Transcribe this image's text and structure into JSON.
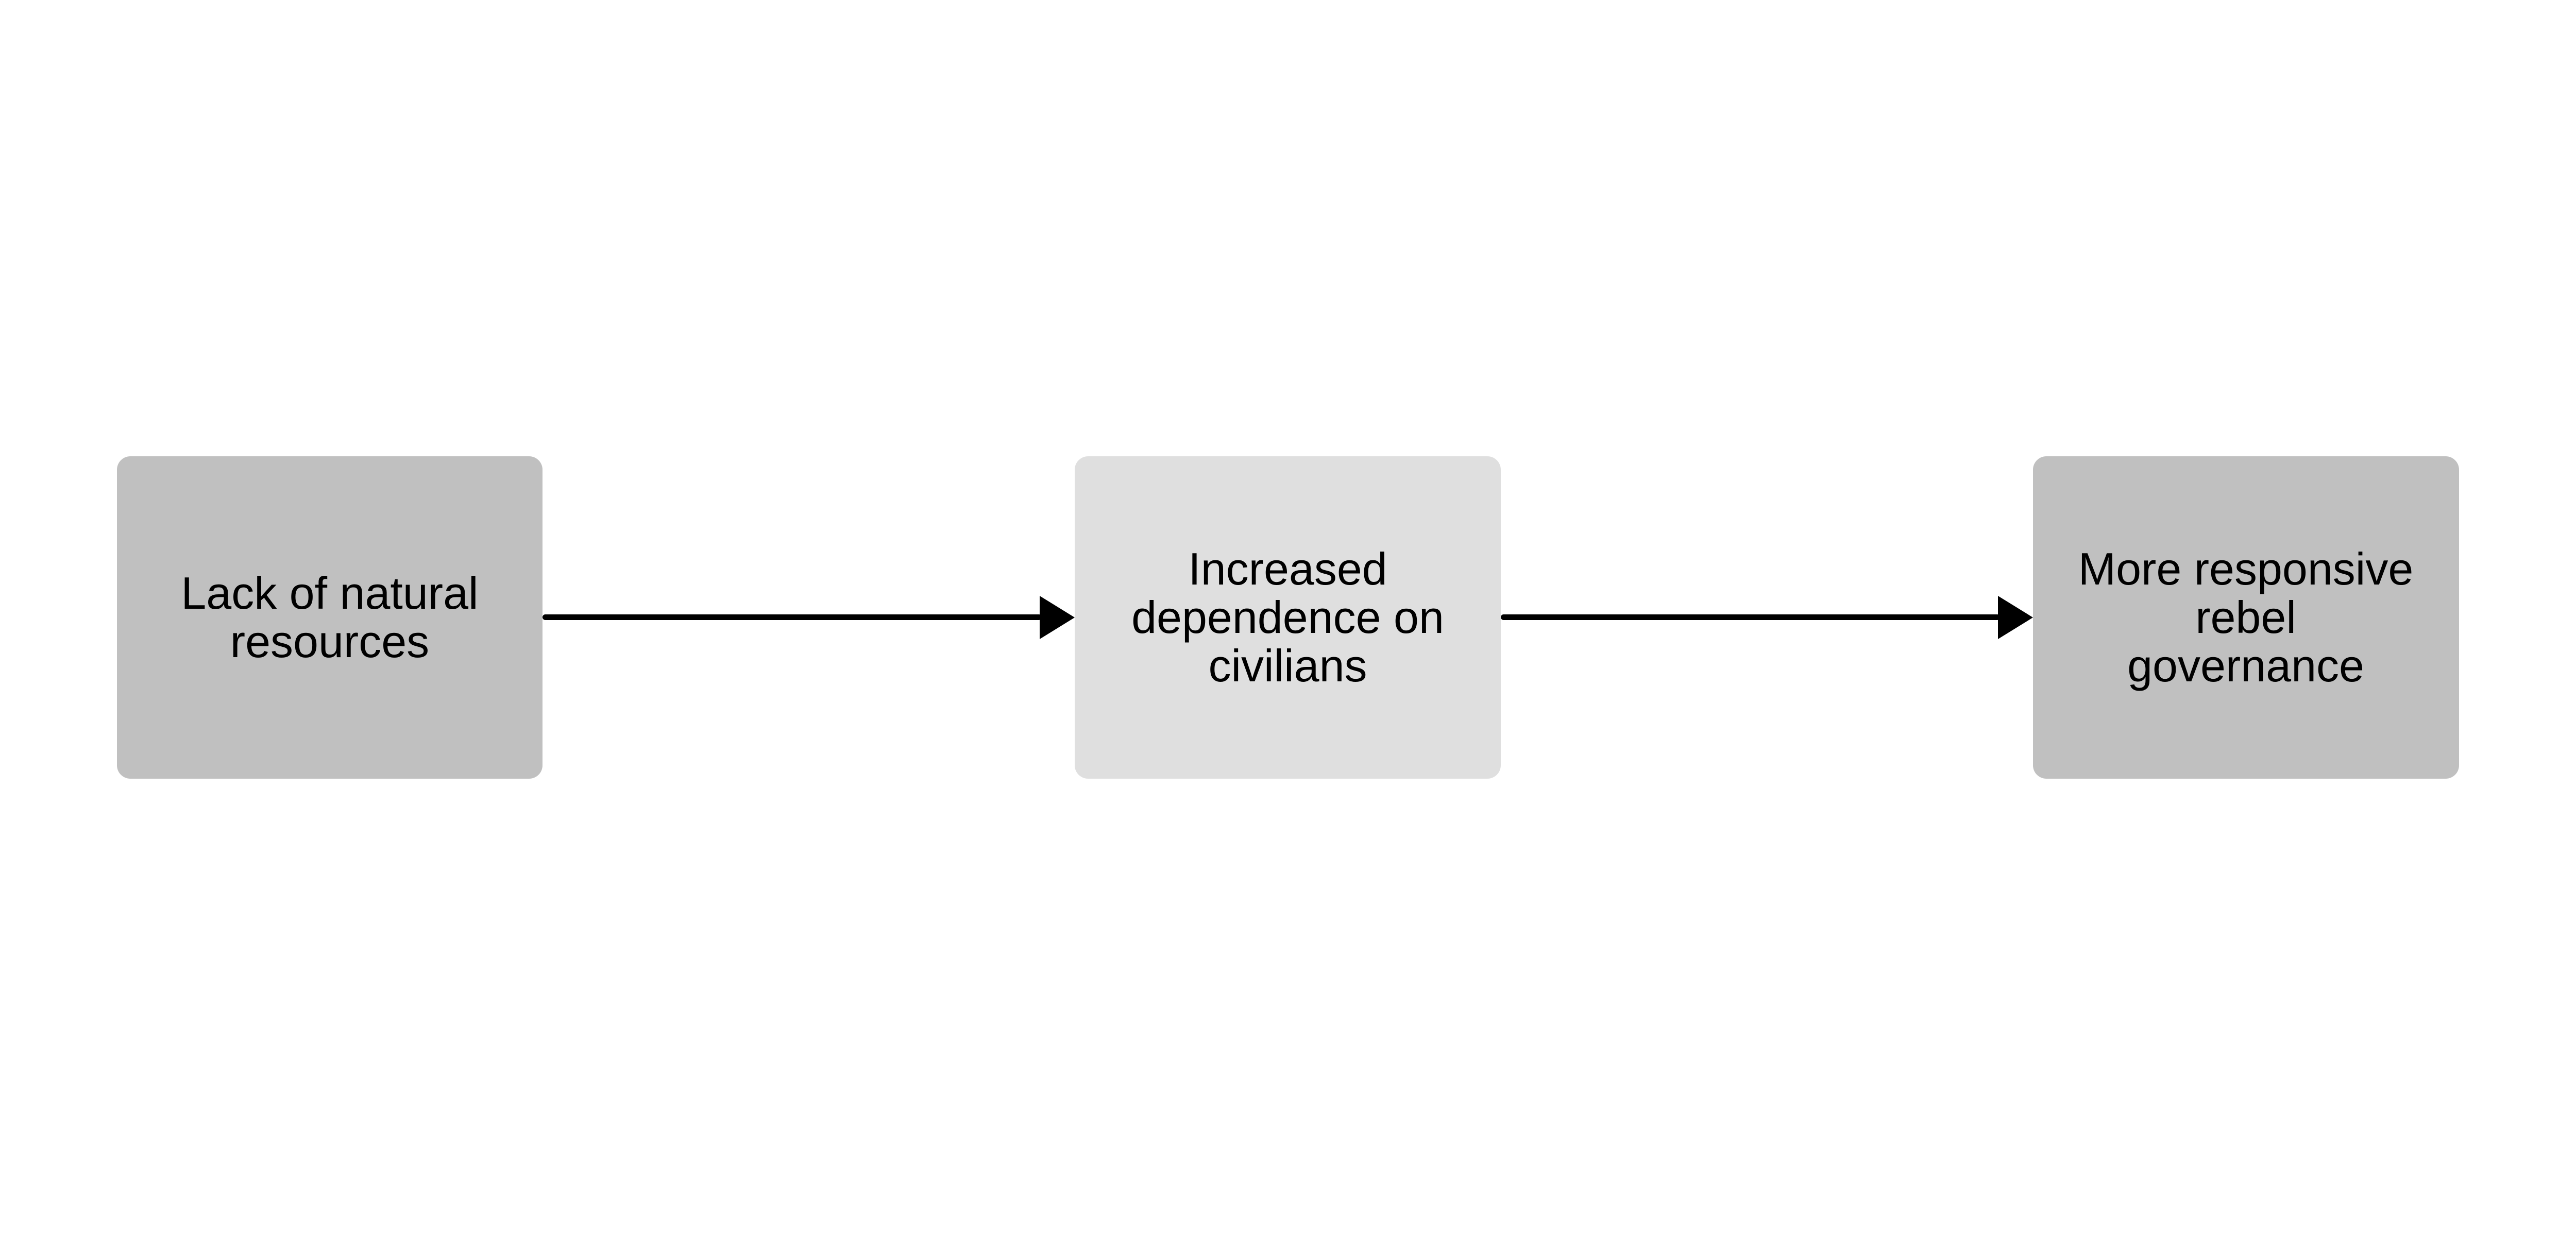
{
  "nodes": [
    {
      "label": "Lack of natural\nresources",
      "color": "#c0c0c0"
    },
    {
      "label": "Increased\ndependence on\ncivilians",
      "color": "#dfdfdf"
    },
    {
      "label": "More responsive\nrebel\ngovernance",
      "color": "#c0c0c0"
    }
  ],
  "edges": [
    {
      "from": "Lack of natural resources",
      "to": "Increased dependence on civilians"
    },
    {
      "from": "Increased dependence on civilians",
      "to": "More responsive rebel governance"
    }
  ],
  "colors": {
    "arrow": "#000000"
  }
}
